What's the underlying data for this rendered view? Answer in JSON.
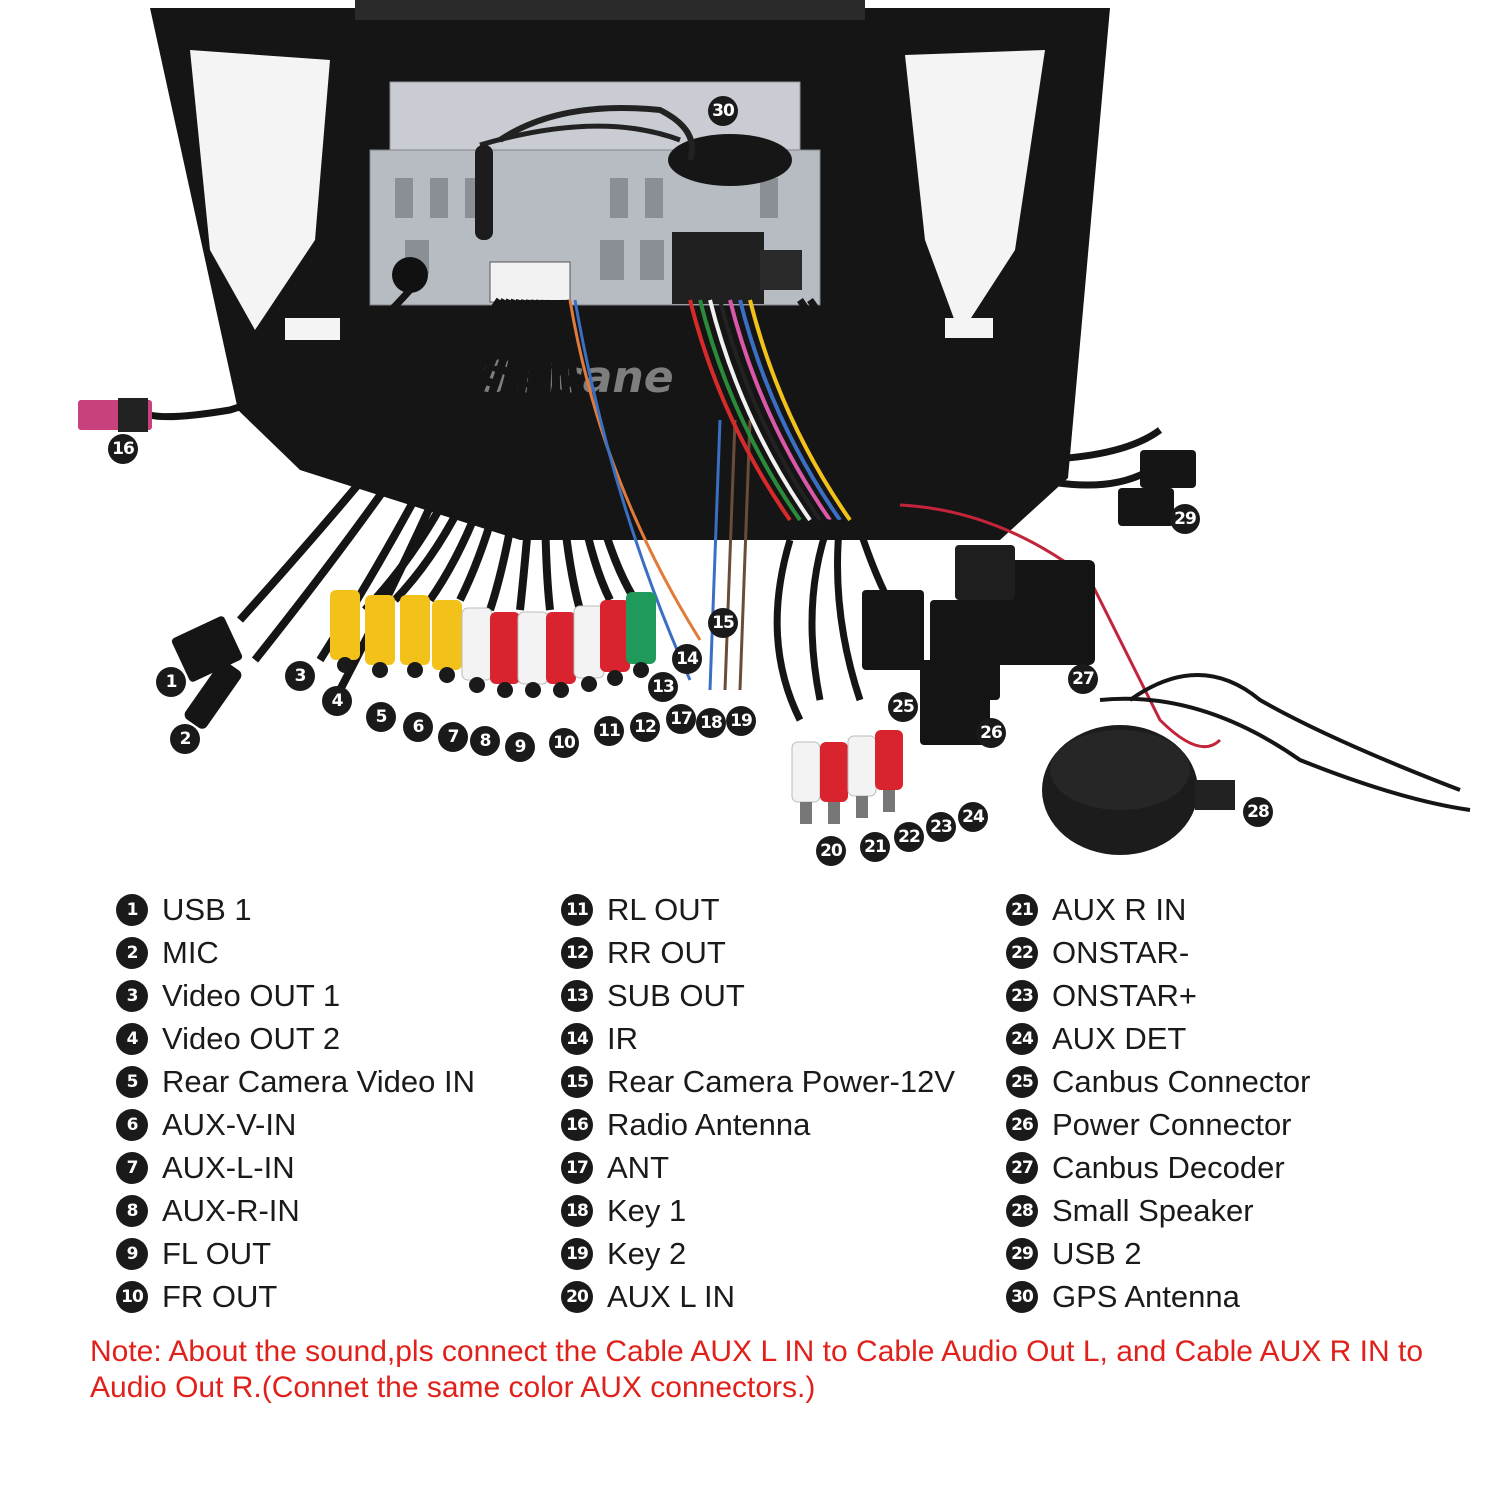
{
  "watermark": "Seicane",
  "legend": {
    "col1": [
      {
        "num": "1",
        "label": "USB 1"
      },
      {
        "num": "2",
        "label": "MIC"
      },
      {
        "num": "3",
        "label": "Video OUT 1"
      },
      {
        "num": "4",
        "label": "Video OUT 2"
      },
      {
        "num": "5",
        "label": "Rear Camera Video IN"
      },
      {
        "num": "6",
        "label": "AUX-V-IN"
      },
      {
        "num": "7",
        "label": "AUX-L-IN"
      },
      {
        "num": "8",
        "label": "AUX-R-IN"
      },
      {
        "num": "9",
        "label": "FL OUT"
      },
      {
        "num": "10",
        "label": "FR OUT"
      }
    ],
    "col2": [
      {
        "num": "11",
        "label": "RL OUT"
      },
      {
        "num": "12",
        "label": "RR OUT"
      },
      {
        "num": "13",
        "label": "SUB OUT"
      },
      {
        "num": "14",
        "label": "IR"
      },
      {
        "num": "15",
        "label": "Rear Camera Power-12V"
      },
      {
        "num": "16",
        "label": "Radio Antenna"
      },
      {
        "num": "17",
        "label": "ANT"
      },
      {
        "num": "18",
        "label": "Key 1"
      },
      {
        "num": "19",
        "label": "Key 2"
      },
      {
        "num": "20",
        "label": "AUX L IN"
      }
    ],
    "col3": [
      {
        "num": "21",
        "label": "AUX R IN"
      },
      {
        "num": "22",
        "label": "ONSTAR-"
      },
      {
        "num": "23",
        "label": "ONSTAR+"
      },
      {
        "num": "24",
        "label": "AUX DET"
      },
      {
        "num": "25",
        "label": "Canbus Connector"
      },
      {
        "num": "26",
        "label": "Power Connector"
      },
      {
        "num": "27",
        "label": "Canbus Decoder"
      },
      {
        "num": "28",
        "label": "Small Speaker"
      },
      {
        "num": "29",
        "label": "USB 2"
      },
      {
        "num": "30",
        "label": "GPS Antenna"
      }
    ]
  },
  "photo_callouts": [
    "1",
    "2",
    "3",
    "4",
    "5",
    "6",
    "7",
    "8",
    "9",
    "10",
    "11",
    "12",
    "13",
    "14",
    "15",
    "16",
    "17",
    "18",
    "19",
    "20",
    "21",
    "22",
    "23",
    "24",
    "25",
    "26",
    "27",
    "28",
    "29",
    "30"
  ],
  "note": "Note: About the sound,pls connect the Cable AUX L IN to Cable Audio Out L, and Cable AUX R IN to  Audio Out R.(Connet the same color AUX connectors.)"
}
